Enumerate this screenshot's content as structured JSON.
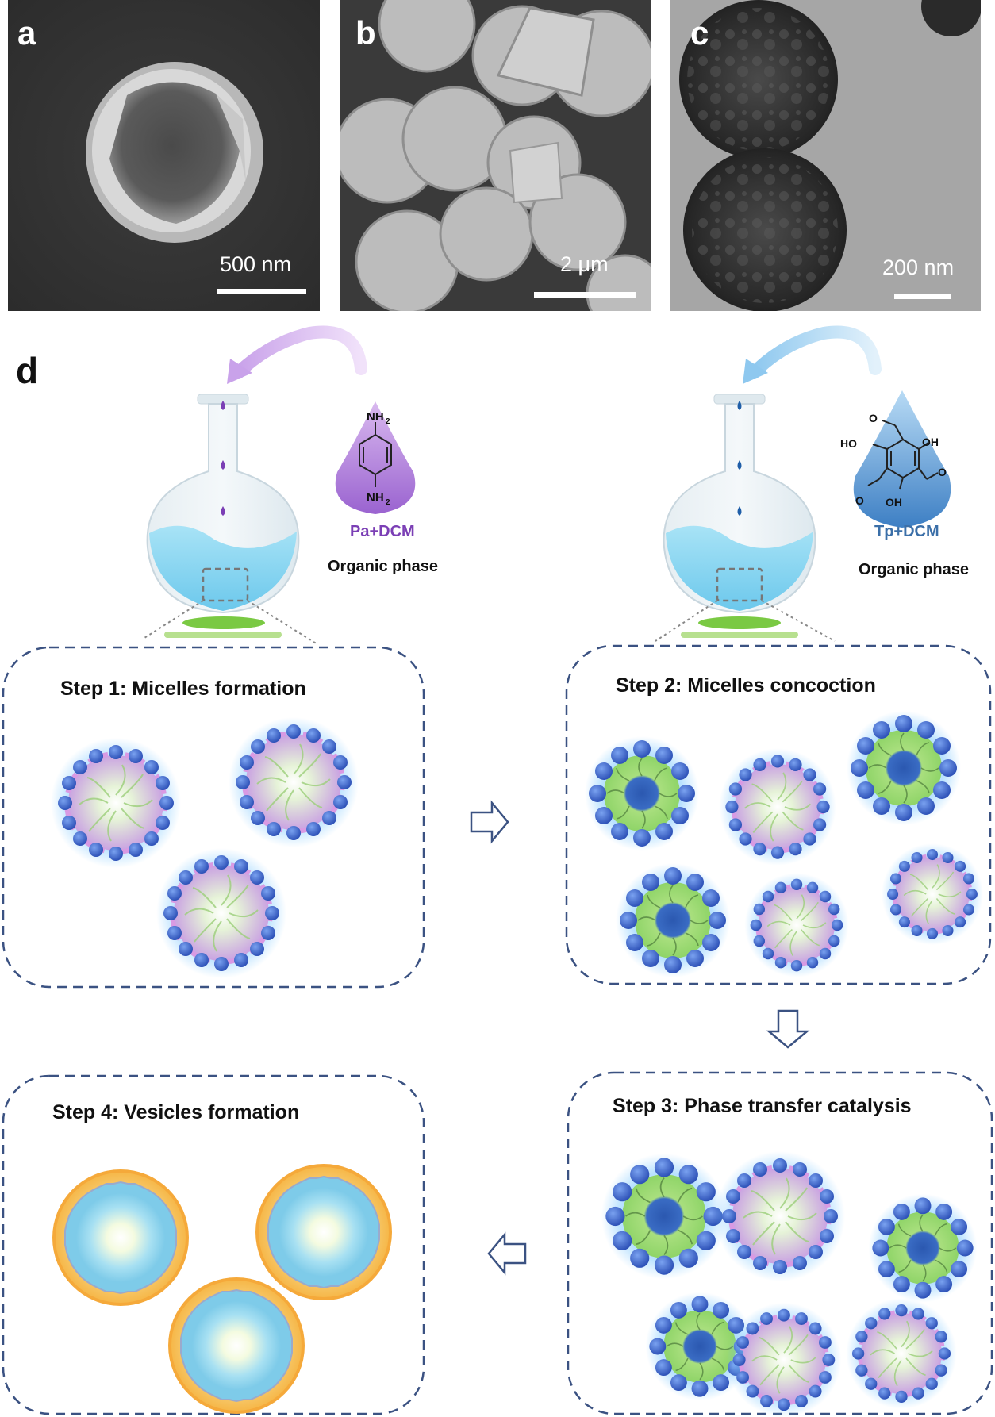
{
  "panels": {
    "a": {
      "letter": "a",
      "scale_label": "500 nm"
    },
    "b": {
      "letter": "b",
      "scale_label": "2 μm"
    },
    "c": {
      "letter": "c",
      "scale_label": "200 nm"
    },
    "d": {
      "letter": "d"
    }
  },
  "flasks": {
    "left": {
      "reagent_label": "Pa+DCM",
      "phase_label": "Organic phase",
      "molecule_top": "NH",
      "molecule_bottom": "NH",
      "subscript": "2",
      "drop_color": "#b27fd6",
      "liquid_color": "#8fd8f2"
    },
    "right": {
      "reagent_label": "Tp+DCM",
      "phase_label": "Organic phase",
      "oh_left": "HO",
      "oh_right": "OH",
      "oh_bottom": "OH",
      "o_top": "O",
      "o_right": "O",
      "o_left": "O",
      "drop_color": "#5b9bd5",
      "liquid_color": "#8fd8f2"
    }
  },
  "steps": [
    {
      "title": "Step 1: Micelles formation"
    },
    {
      "title": "Step 2: Micelles concoction"
    },
    {
      "title": "Step 3: Phase transfer catalysis"
    },
    {
      "title": "Step 4: Vesicles formation"
    }
  ],
  "colors": {
    "box_border": "#3b5282",
    "arrow_outline": "#3b5282",
    "pa_color": "#7b3fb5",
    "tp_color": "#3b6fa8",
    "bead_blue": "#3a62c8",
    "pa_linker": "#d99ae3",
    "tp_core": "#2f5fb8",
    "tp_shell": "#8fd468",
    "vesicle_outer": "#f2a83a"
  }
}
